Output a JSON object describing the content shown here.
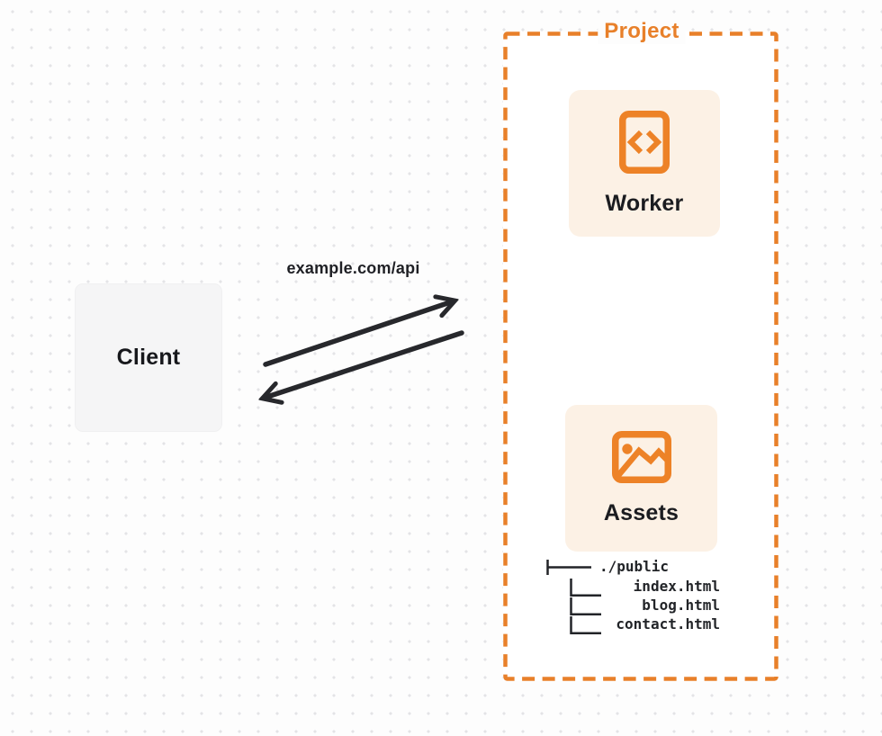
{
  "diagram": {
    "client": {
      "label": "Client"
    },
    "request": {
      "label": "example.com/api"
    },
    "project": {
      "title": "Project",
      "nodes": [
        {
          "label": "Worker",
          "icon": "code-file-icon"
        },
        {
          "label": "Assets",
          "icon": "image-icon"
        }
      ],
      "file_tree": {
        "root": "./public",
        "files": [
          "index.html",
          "blog.html",
          "contact.html"
        ]
      }
    },
    "colors": {
      "accent_orange": "#E8802A",
      "node_bg": "#FCF1E5",
      "client_bg": "#F5F5F6",
      "arrow_dark": "#27282C",
      "dot_grid": "#E4E4E6"
    }
  }
}
